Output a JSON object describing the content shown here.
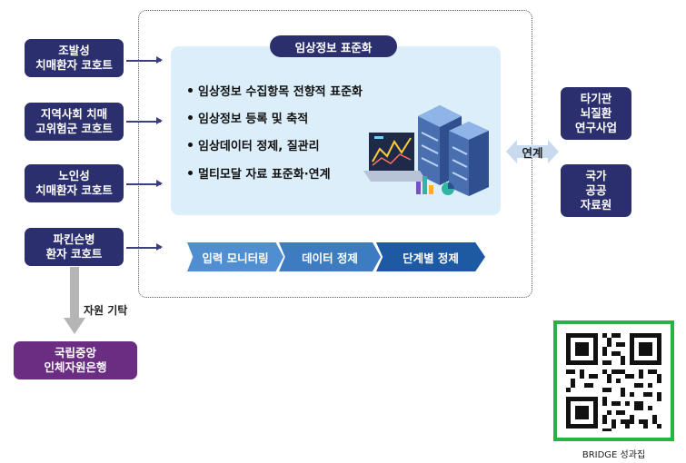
{
  "cohorts": [
    {
      "line1": "조발성",
      "line2": "치매환자 코호트"
    },
    {
      "line1": "지역사회 치매",
      "line2": "고위험군 코호트"
    },
    {
      "line1": "노인성",
      "line2": "치매환자 코호트"
    },
    {
      "line1": "파킨슨병",
      "line2": "환자 코호트"
    }
  ],
  "donation_label": "자원 기탁",
  "biobank": {
    "line1": "국립중앙",
    "line2": "인체자원은행"
  },
  "standardization": {
    "title": "임상정보 표준화",
    "items": [
      "임상정보 수집항목 전향적 표준화",
      "임상정보 등록 및 축적",
      "임상데이터 정제, 질관리",
      "멀티모달 자료 표준화·연계"
    ]
  },
  "pipeline_steps": [
    "입력 모니터링",
    "데이터 정제",
    "단계별 정제"
  ],
  "link_label": "연계",
  "right_boxes": [
    {
      "lines": [
        "타기관",
        "뇌질환",
        "연구사업"
      ]
    },
    {
      "lines": [
        "국가",
        "공공",
        "자료원"
      ]
    }
  ],
  "qr_caption": "BRIDGE 성과집",
  "colors": {
    "navy": "#2b2f6e",
    "purple": "#6b2d82",
    "light_blue": "#dbeefa",
    "green": "#27b244",
    "step_blue": "#3d84c4"
  }
}
